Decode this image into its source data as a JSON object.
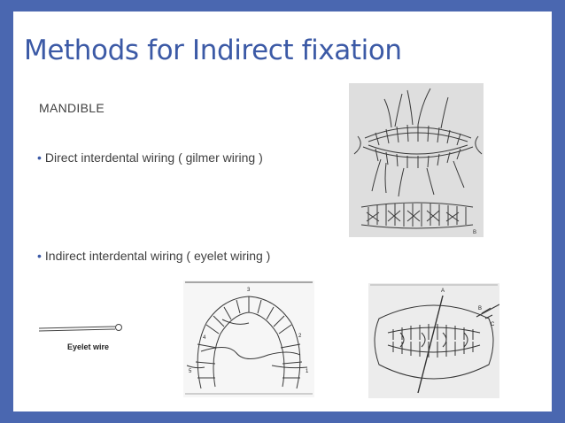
{
  "slide": {
    "title": "Methods for Indirect fixation",
    "subtitle": "MANDIBLE",
    "bullets": [
      "Direct interdental wiring ( gilmer wiring )",
      "Indirect interdental wiring ( eyelet wiring )"
    ]
  },
  "figures": {
    "gilmer": {
      "corner_label": "B"
    },
    "eyelet": {
      "caption": "Eyelet wire"
    },
    "arch": {
      "numbers": [
        "3",
        "4",
        "2",
        "5",
        "1"
      ]
    },
    "occlusion": {
      "labels": [
        "A",
        "B",
        "C"
      ]
    }
  },
  "colors": {
    "frame": "#4a67b0",
    "title": "#3c5aa6",
    "text": "#3f3f3f"
  }
}
